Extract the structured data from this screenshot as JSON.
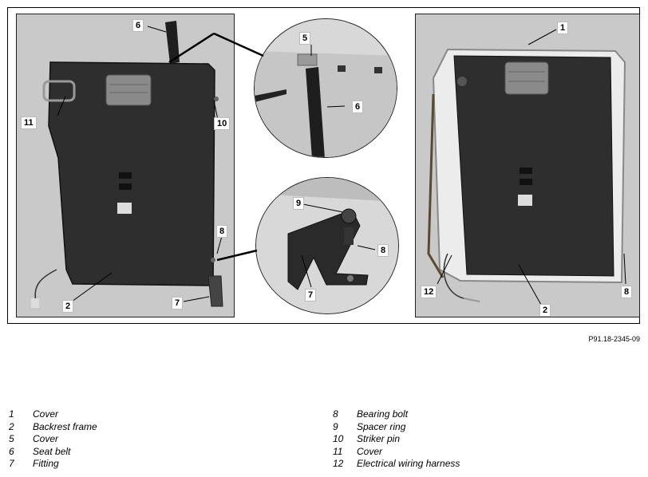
{
  "figure_code": "P91.18-2345-09",
  "callouts": {
    "c1": "1",
    "c2a": "2",
    "c2b": "2",
    "c5": "5",
    "c6a": "6",
    "c6b": "6",
    "c7a": "7",
    "c7b": "7",
    "c8a": "8",
    "c8b": "8",
    "c8c": "8",
    "c9": "9",
    "c10": "10",
    "c11": "11",
    "c12": "12"
  },
  "legend_left": [
    {
      "num": "1",
      "label": "Cover"
    },
    {
      "num": "2",
      "label": "Backrest frame"
    },
    {
      "num": "5",
      "label": "Cover"
    },
    {
      "num": "6",
      "label": "Seat belt"
    },
    {
      "num": "7",
      "label": "Fitting"
    }
  ],
  "legend_right": [
    {
      "num": "8",
      "label": "Bearing bolt"
    },
    {
      "num": "9",
      "label": "Spacer ring"
    },
    {
      "num": "10",
      "label": "Striker pin"
    },
    {
      "num": "11",
      "label": "Cover"
    },
    {
      "num": "12",
      "label": "Electrical wiring harness"
    }
  ],
  "colors": {
    "photo_bg": "#c9c9c9",
    "backrest": "#2e2e2e",
    "frame": "#555555"
  }
}
